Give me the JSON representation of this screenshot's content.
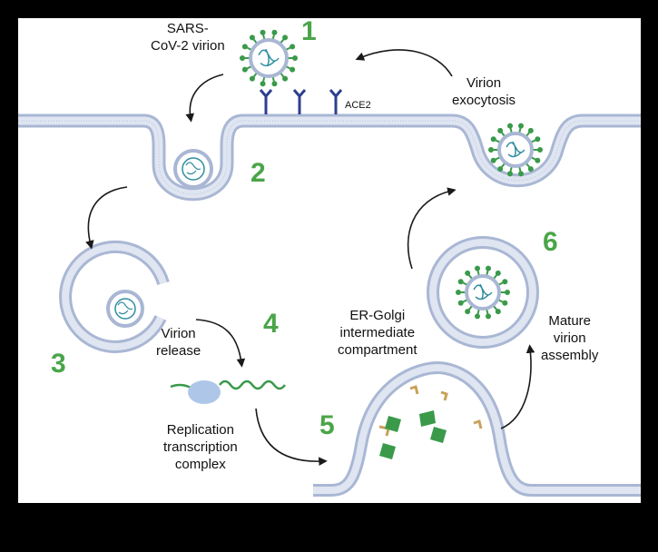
{
  "labels": {
    "sars_virion": "SARS-\nCoV-2 virion",
    "ace2": "ACE2",
    "virion_exocytosis": "Virion\nexocytosis",
    "virion_release": "Virion\nrelease",
    "replication_complex": "Replication\ntranscription\ncomplex",
    "er_golgi": "ER-Golgi\nintermediate\ncompartment",
    "mature_assembly": "Mature\nvirion\nassembly"
  },
  "steps": [
    "1",
    "2",
    "3",
    "4",
    "5",
    "6"
  ],
  "colors": {
    "step_number": "#4aa548",
    "membrane_head": "#a9b7d4",
    "membrane_tail": "#d7deec",
    "receptor": "#2e3f8f",
    "spike": "#3a9a4a",
    "virion_capsid": "#a9b7d4",
    "rna": "#2f8ea0",
    "arrow": "#1a1a1a",
    "protein_orange": "#c9a15a",
    "ribosome": "#aec6e8"
  }
}
